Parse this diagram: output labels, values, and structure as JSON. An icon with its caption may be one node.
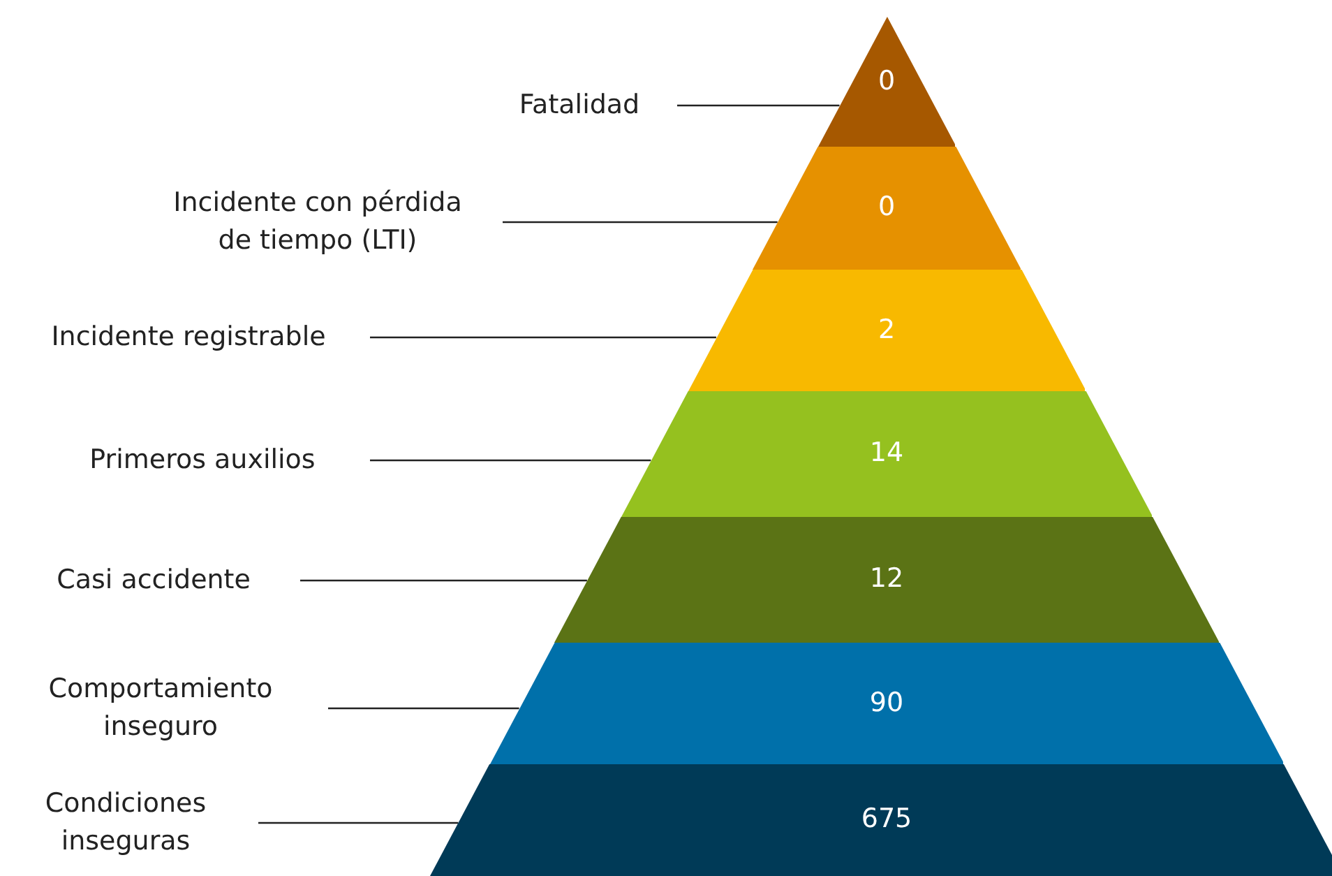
{
  "diagram": {
    "nodes": [
      {
        "text": [
          "Fatalidad"
        ]
      },
      {
        "text": [
          "0"
        ]
      },
      {
        "text": [
          "Incidente con pérdida de tiempo (LTI)"
        ]
      },
      {
        "text": [
          "0"
        ]
      },
      {
        "text": [
          "Incidente registrable"
        ]
      },
      {
        "text": [
          "2"
        ]
      },
      {
        "text": [
          "Primeros auxilios"
        ]
      },
      {
        "text": [
          "14"
        ]
      },
      {
        "text": [
          "Casi accidente"
        ]
      },
      {
        "text": [
          "12"
        ]
      },
      {
        "text": [
          "Comportamiento inseguro"
        ]
      },
      {
        "text": [
          "90"
        ]
      },
      {
        "text": [
          "Condiciones inseguras"
        ]
      },
      {
        "text": [
          "675"
        ]
      }
    ],
    "edges": [
      {
        "from": 0,
        "to": 1,
        "arrow": "none"
      },
      {
        "from": 2,
        "to": 3,
        "arrow": "none"
      },
      {
        "from": 4,
        "to": 5,
        "arrow": "none"
      },
      {
        "from": 6,
        "to": 7,
        "arrow": "none"
      },
      {
        "from": 8,
        "to": 9,
        "arrow": "none"
      },
      {
        "from": 10,
        "to": 11,
        "arrow": "none"
      },
      {
        "from": 12,
        "to": 13,
        "arrow": "none"
      }
    ]
  }
}
